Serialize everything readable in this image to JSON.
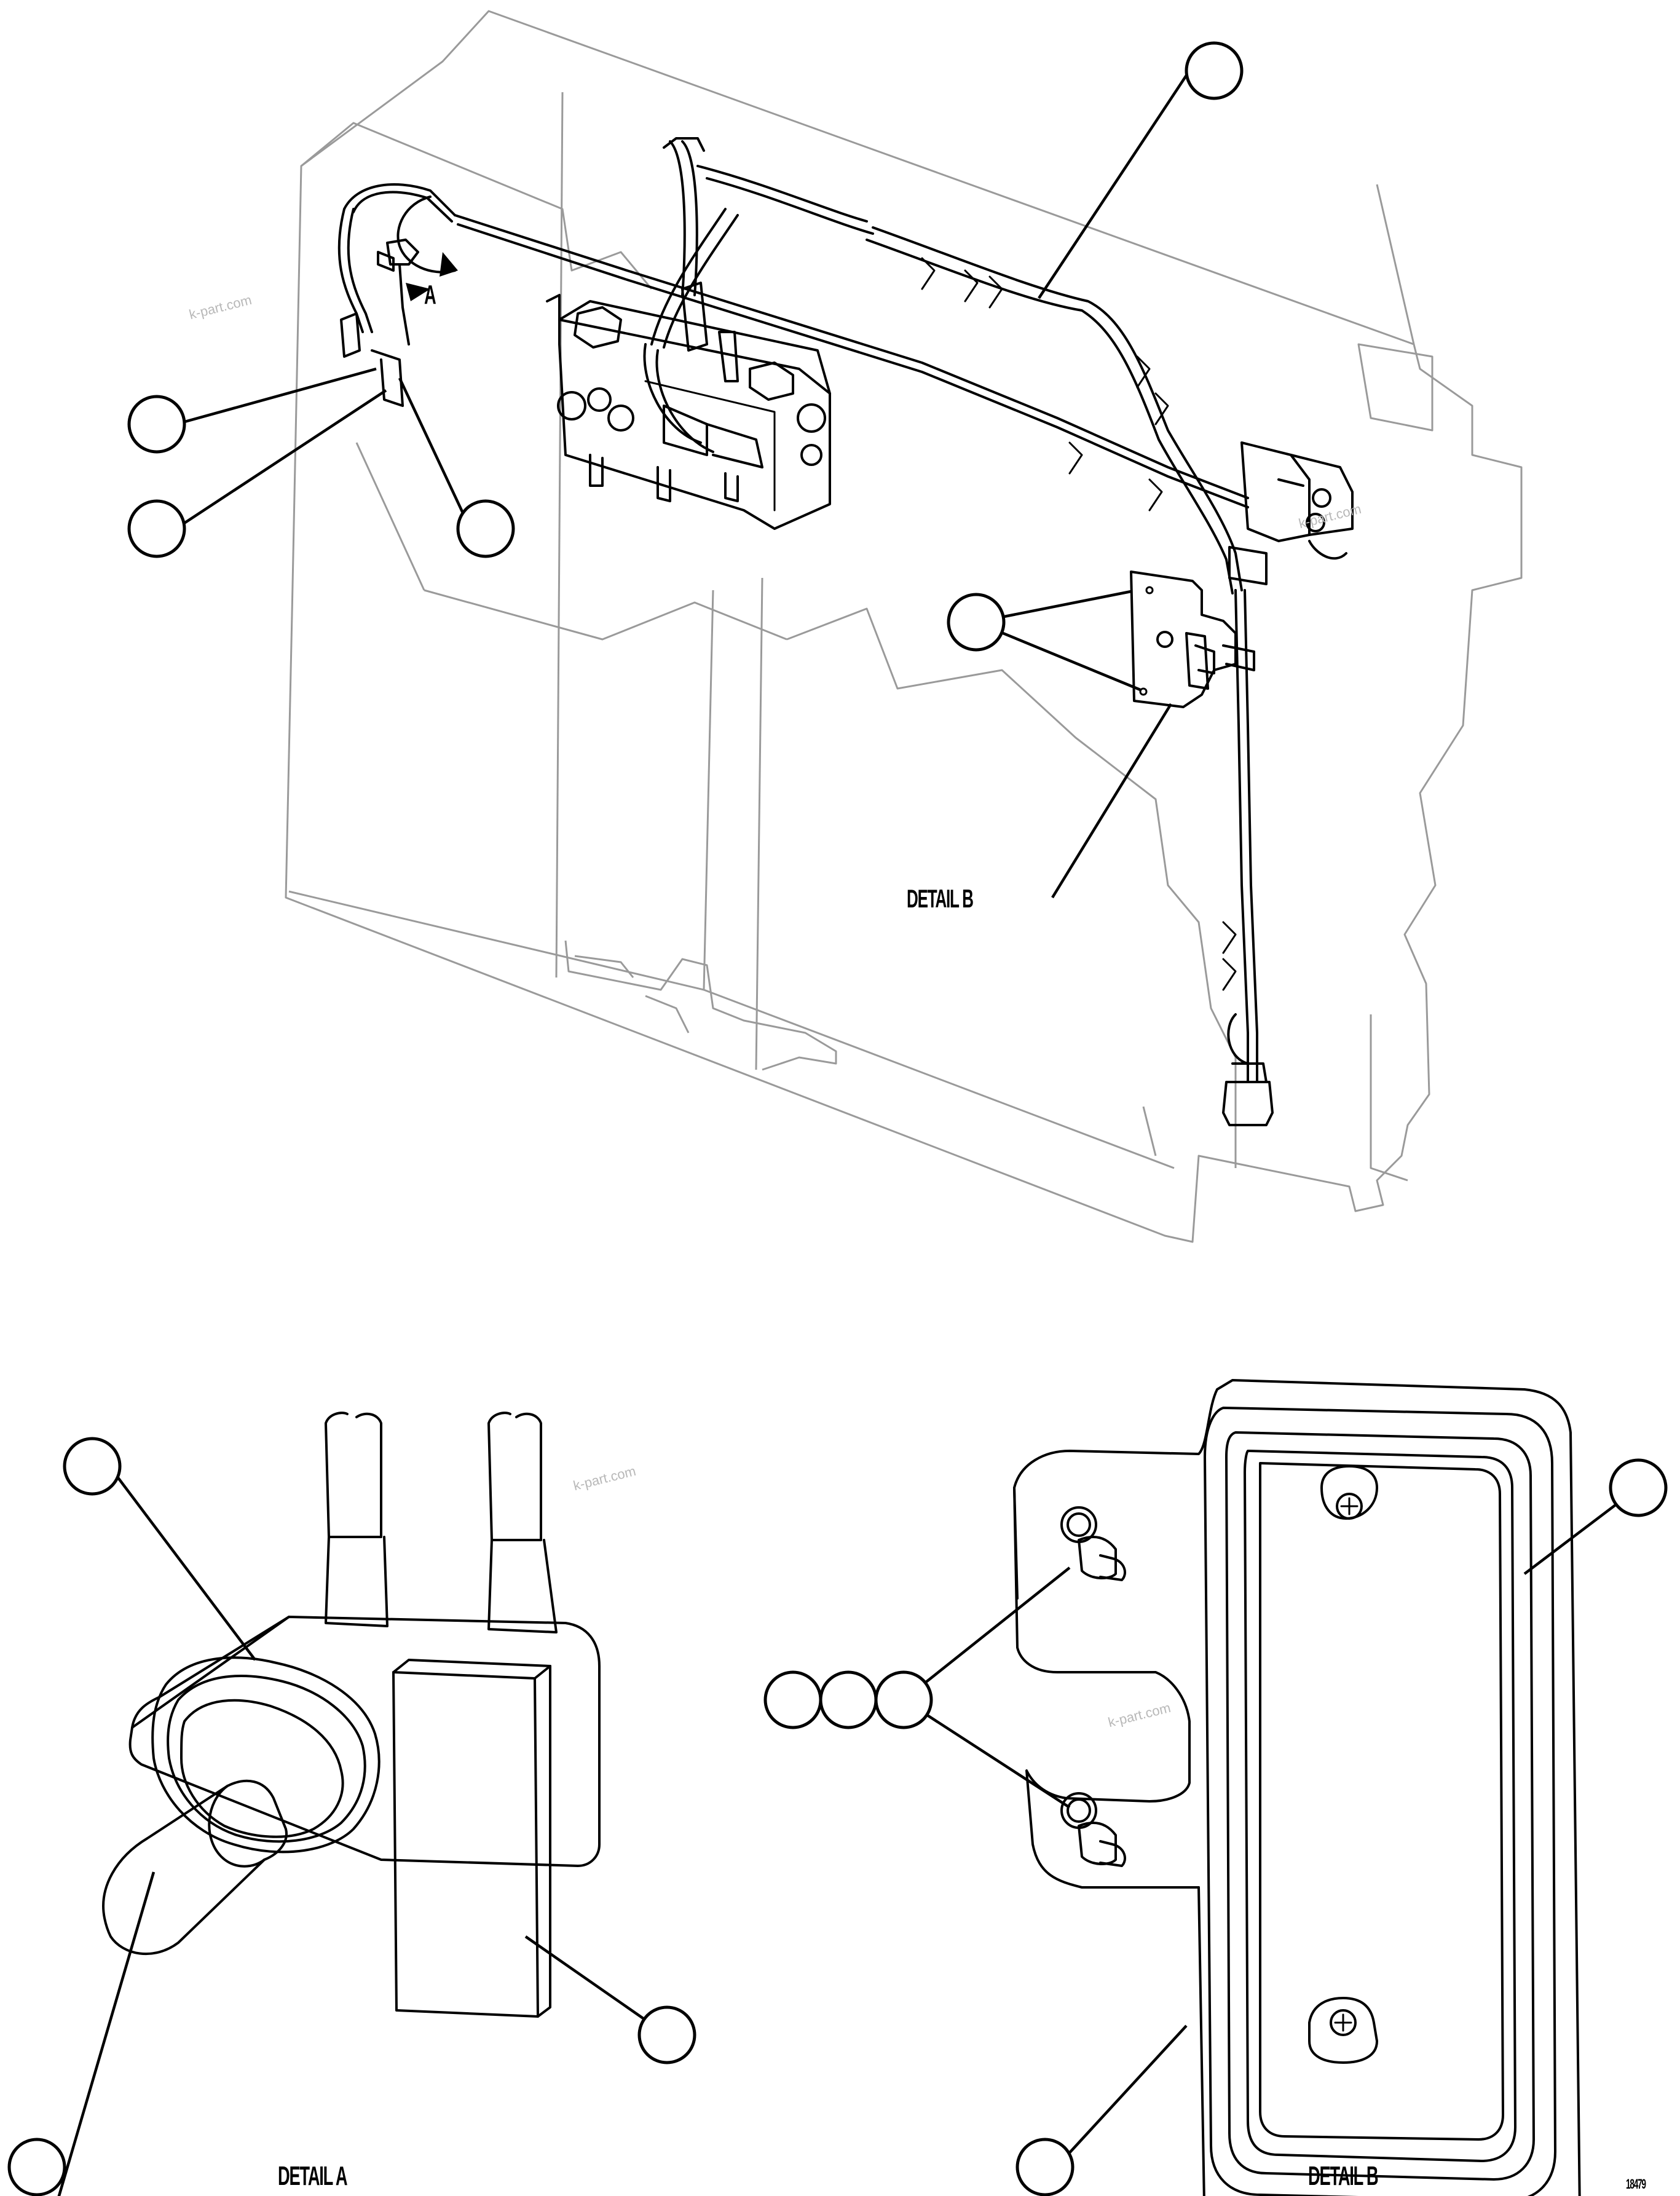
{
  "labels": {
    "detail_a_arrow": "A",
    "detail_b_upper": "DETAIL B",
    "detail_a_caption": "DETAIL A",
    "detail_b_caption": "DETAIL B",
    "figure_id": "18479"
  },
  "watermarks": [
    "k-part.com",
    "k-part.com",
    "k-part.com",
    "k-part.com"
  ],
  "callout_count": 13
}
